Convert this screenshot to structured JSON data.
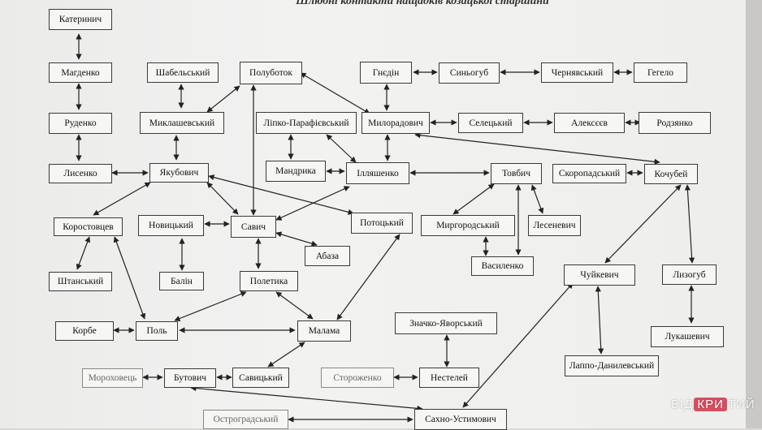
{
  "title": "Шлюбні контакти нащадків козацької старшини",
  "watermark": {
    "pre": "ВІД",
    "mark": "КРИ",
    "post": "ТИЙ"
  },
  "nodes": {
    "katerynych": "Катеринич",
    "magdenko": "Магденко",
    "rudenko": "Руденко",
    "lysenko": "Лисенко",
    "korostovtsev": "Коростовцев",
    "shtanskyi": "Штанський",
    "korbe": "Корбе",
    "pol": "Поль",
    "morokhovets": "Мороховець",
    "butovych": "Бутович",
    "ostrohradskyi": "Остроградський",
    "shabelskyi": "Шабельський",
    "myklashevskyi": "Миклашевський",
    "yakubovych": "Якубович",
    "novytskyi": "Новицький",
    "balin": "Балін",
    "polubotok": "Полуботок",
    "savych": "Савич",
    "abaza": "Абаза",
    "poletyka": "Полетика",
    "malama": "Малама",
    "savytskyi": "Савицький",
    "storozhenko": "Стороженко",
    "nestelei": "Нестелей",
    "sakhno": "Сахно-Устимович",
    "znachko": "Значко-Яворський",
    "lipko": "Ліпко-Парафієвський",
    "mandryka": "Мандрика",
    "illiashenko": "Ілляшенко",
    "pototskyi": "Потоцький",
    "hnedin": "Гнєдін",
    "synohub": "Синьогуб",
    "cherniavskyi": "Чернявський",
    "hehelo": "Гегело",
    "myloradovych": "Милорадович",
    "seletskyi": "Селецький",
    "alekseiev": "Алексєєв",
    "rodzianko": "Родзянко",
    "tovbych": "Товбич",
    "myrhorodskyi": "Миргородський",
    "lesenevych": "Лесеневич",
    "vasylenko": "Василенко",
    "skoropadskyi": "Скоропадський",
    "kochubei": "Кочубей",
    "chuikevych": "Чуйкевич",
    "lyzohub": "Лизогуб",
    "lukashevych": "Лукашевич",
    "lappo": "Лаппо-Данилевський"
  }
}
